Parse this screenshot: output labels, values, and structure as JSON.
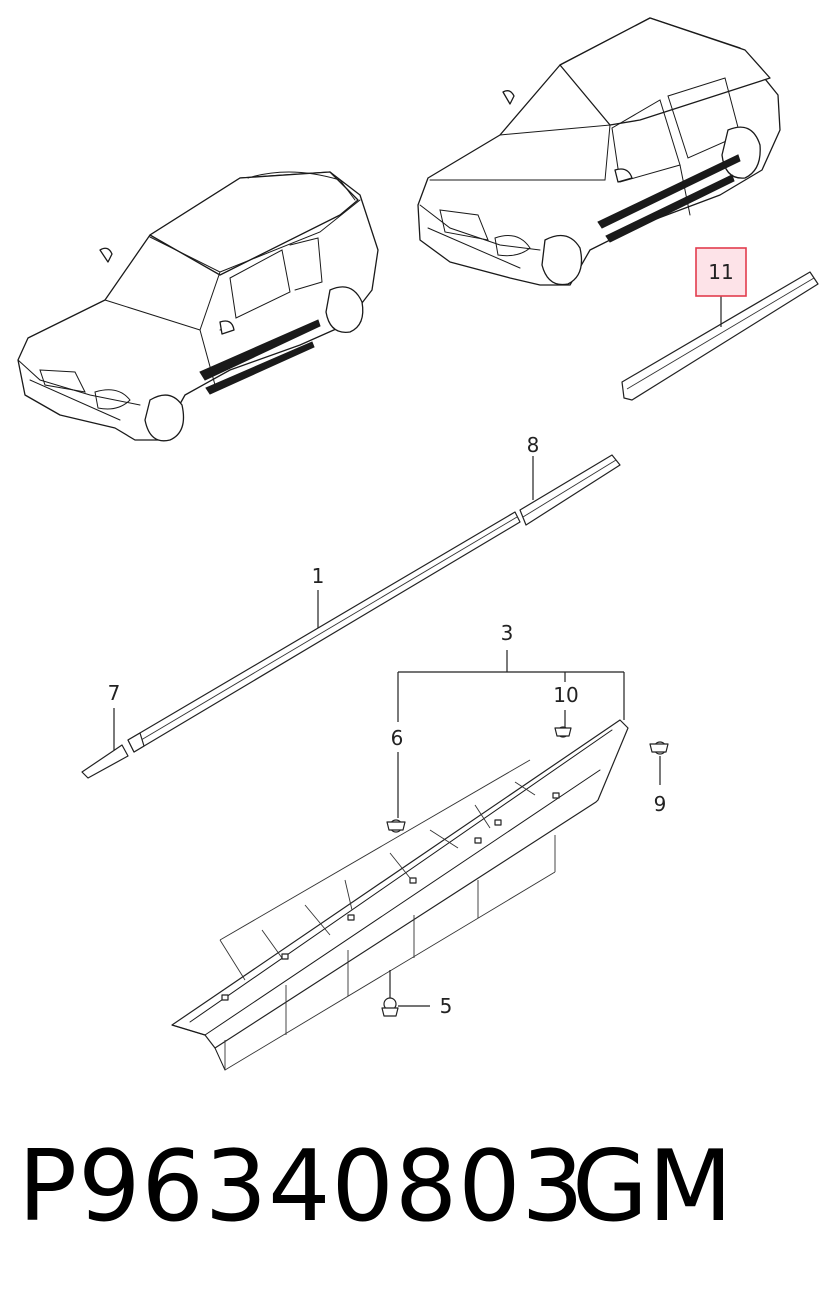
{
  "callouts": {
    "c1": "1",
    "c3": "3",
    "c5": "5",
    "c6": "6",
    "c7": "7",
    "c8": "8",
    "c9": "9",
    "c10": "10",
    "c11": "11"
  },
  "highlight": {
    "callout": "11",
    "color": "#e23c4e",
    "fill": "#fde3e8"
  },
  "footer": {
    "part_number": "P96340803",
    "brand": "GM"
  }
}
